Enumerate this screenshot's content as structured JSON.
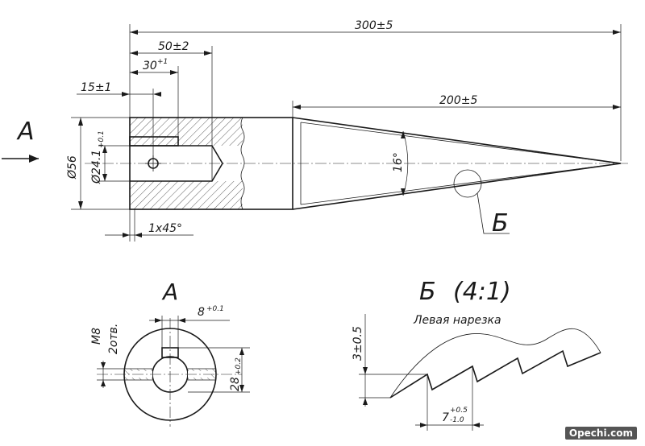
{
  "dims": {
    "overall_length": "300±5",
    "bore_depth": "50±2",
    "slot_depth": "30",
    "slot_depth_sup": "+1",
    "hole_position": "15±1",
    "cone_length": "200±5",
    "diameter_outer": "Ø56",
    "diameter_bore": "Ø24.1",
    "diameter_bore_sup": "+0.1",
    "chamfer": "1x45°",
    "cone_angle": "16°",
    "slot_width": "8",
    "slot_width_sup": "+0.1",
    "slot_height": "28",
    "slot_height_sup": "+0.2",
    "thread_spec": "M8",
    "thread_count": "2отв.",
    "thread_depth": "3±0.5",
    "thread_pitch": "7",
    "thread_pitch_sup": "+0.5",
    "thread_pitch_sub": "-1.0"
  },
  "labels": {
    "view_a_arrow": "A",
    "view_a_title": "A",
    "detail_callout": "Б",
    "detail_title": "Б",
    "detail_scale": "(4:1)",
    "detail_note": "Левая нарезка"
  },
  "watermark": "Opechi.com"
}
